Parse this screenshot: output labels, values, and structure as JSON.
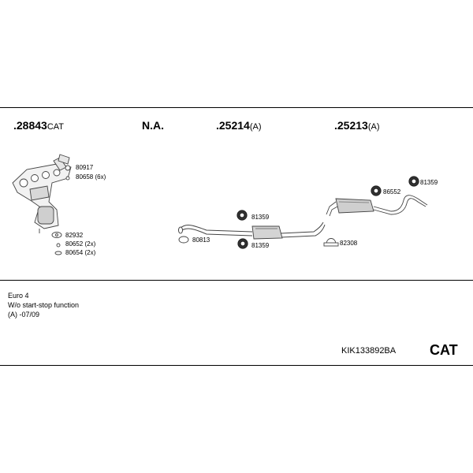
{
  "headers": [
    {
      "code": ".28843",
      "suffix": "CAT"
    },
    {
      "code": "N.A.",
      "suffix": ""
    },
    {
      "code": ".25214",
      "suffix": "(A)"
    },
    {
      "code": ".25213",
      "suffix": "(A)"
    }
  ],
  "parts": {
    "p80917": "80917",
    "p80658": "80658 (6x)",
    "p82932": "82932",
    "p80652": "80652 (2x)",
    "p80654": "80654 (2x)",
    "p80813": "80813",
    "p81359a": "81359",
    "p81359b": "81359",
    "p82308": "82308",
    "p86552": "86552",
    "p81359c": "81359"
  },
  "notes": [
    "Euro 4",
    "W/o start-stop function",
    "(A) -07/09"
  ],
  "kit_number": "KIK133892BA",
  "kit_type": "CAT"
}
